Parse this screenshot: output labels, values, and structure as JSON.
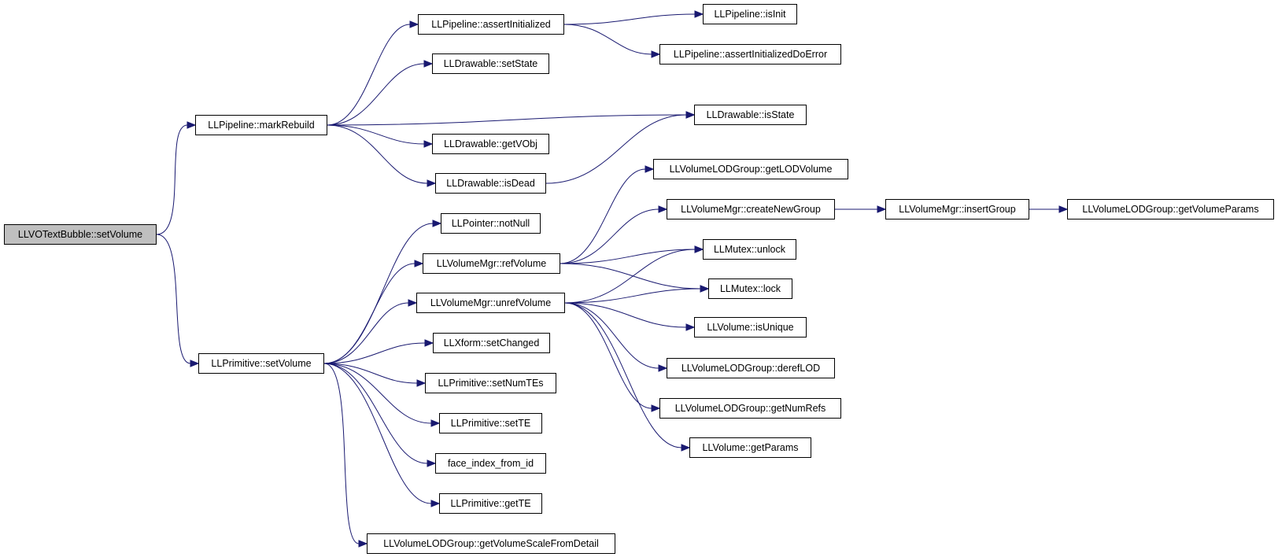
{
  "graph": {
    "root": "LLVOTextBubble::setVolume",
    "nodes": {
      "root": "LLVOTextBubble::setVolume",
      "pipeline_markRebuild": "LLPipeline::markRebuild",
      "primitive_setVolume": "LLPrimitive::setVolume",
      "pipeline_assertInitialized": "LLPipeline::assertInitialized",
      "pipeline_isInit": "LLPipeline::isInit",
      "pipeline_assertInitializedDoError": "LLPipeline::assertInitializedDoError",
      "drawable_setState": "LLDrawable::setState",
      "drawable_isState": "LLDrawable::isState",
      "drawable_getVObj": "LLDrawable::getVObj",
      "drawable_isDead": "LLDrawable::isDead",
      "lodgroup_getLODVolume": "LLVolumeLODGroup::getLODVolume",
      "volmgr_createNewGroup": "LLVolumeMgr::createNewGroup",
      "volmgr_insertGroup": "LLVolumeMgr::insertGroup",
      "lodgroup_getVolumeParams": "LLVolumeLODGroup::getVolumeParams",
      "pointer_notNull": "LLPointer::notNull",
      "volmgr_refVolume": "LLVolumeMgr::refVolume",
      "mutex_unlock": "LLMutex::unlock",
      "mutex_lock": "LLMutex::lock",
      "volmgr_unrefVolume": "LLVolumeMgr::unrefVolume",
      "volume_isUnique": "LLVolume::isUnique",
      "xform_setChanged": "LLXform::setChanged",
      "lodgroup_derefLOD": "LLVolumeLODGroup::derefLOD",
      "primitive_setNumTEs": "LLPrimitive::setNumTEs",
      "lodgroup_getNumRefs": "LLVolumeLODGroup::getNumRefs",
      "primitive_setTE": "LLPrimitive::setTE",
      "volume_getParams": "LLVolume::getParams",
      "face_index_from_id": "face_index_from_id",
      "primitive_getTE": "LLPrimitive::getTE",
      "lodgroup_getVolumeScaleFromDetail": "LLVolumeLODGroup::getVolumeScaleFromDetail"
    },
    "edges": [
      [
        "root",
        "pipeline_markRebuild"
      ],
      [
        "root",
        "primitive_setVolume"
      ],
      [
        "pipeline_markRebuild",
        "pipeline_assertInitialized"
      ],
      [
        "pipeline_markRebuild",
        "drawable_setState"
      ],
      [
        "pipeline_markRebuild",
        "drawable_isState"
      ],
      [
        "pipeline_markRebuild",
        "drawable_getVObj"
      ],
      [
        "pipeline_markRebuild",
        "drawable_isDead"
      ],
      [
        "pipeline_assertInitialized",
        "pipeline_isInit"
      ],
      [
        "pipeline_assertInitialized",
        "pipeline_assertInitializedDoError"
      ],
      [
        "drawable_isDead",
        "drawable_isState"
      ],
      [
        "primitive_setVolume",
        "pointer_notNull"
      ],
      [
        "primitive_setVolume",
        "volmgr_refVolume"
      ],
      [
        "primitive_setVolume",
        "volmgr_unrefVolume"
      ],
      [
        "primitive_setVolume",
        "xform_setChanged"
      ],
      [
        "primitive_setVolume",
        "primitive_setNumTEs"
      ],
      [
        "primitive_setVolume",
        "primitive_setTE"
      ],
      [
        "primitive_setVolume",
        "face_index_from_id"
      ],
      [
        "primitive_setVolume",
        "primitive_getTE"
      ],
      [
        "primitive_setVolume",
        "lodgroup_getVolumeScaleFromDetail"
      ],
      [
        "volmgr_refVolume",
        "lodgroup_getLODVolume"
      ],
      [
        "volmgr_refVolume",
        "volmgr_createNewGroup"
      ],
      [
        "volmgr_refVolume",
        "mutex_unlock"
      ],
      [
        "volmgr_refVolume",
        "mutex_lock"
      ],
      [
        "volmgr_unrefVolume",
        "mutex_unlock"
      ],
      [
        "volmgr_unrefVolume",
        "mutex_lock"
      ],
      [
        "volmgr_unrefVolume",
        "volume_isUnique"
      ],
      [
        "volmgr_unrefVolume",
        "lodgroup_derefLOD"
      ],
      [
        "volmgr_unrefVolume",
        "lodgroup_getNumRefs"
      ],
      [
        "volmgr_unrefVolume",
        "volume_getParams"
      ],
      [
        "volmgr_createNewGroup",
        "volmgr_insertGroup"
      ],
      [
        "volmgr_insertGroup",
        "lodgroup_getVolumeParams"
      ]
    ],
    "colors": {
      "edge": "#191970",
      "node_border": "#000000",
      "root_fill": "#bfbfbf",
      "node_fill": "#ffffff"
    }
  }
}
